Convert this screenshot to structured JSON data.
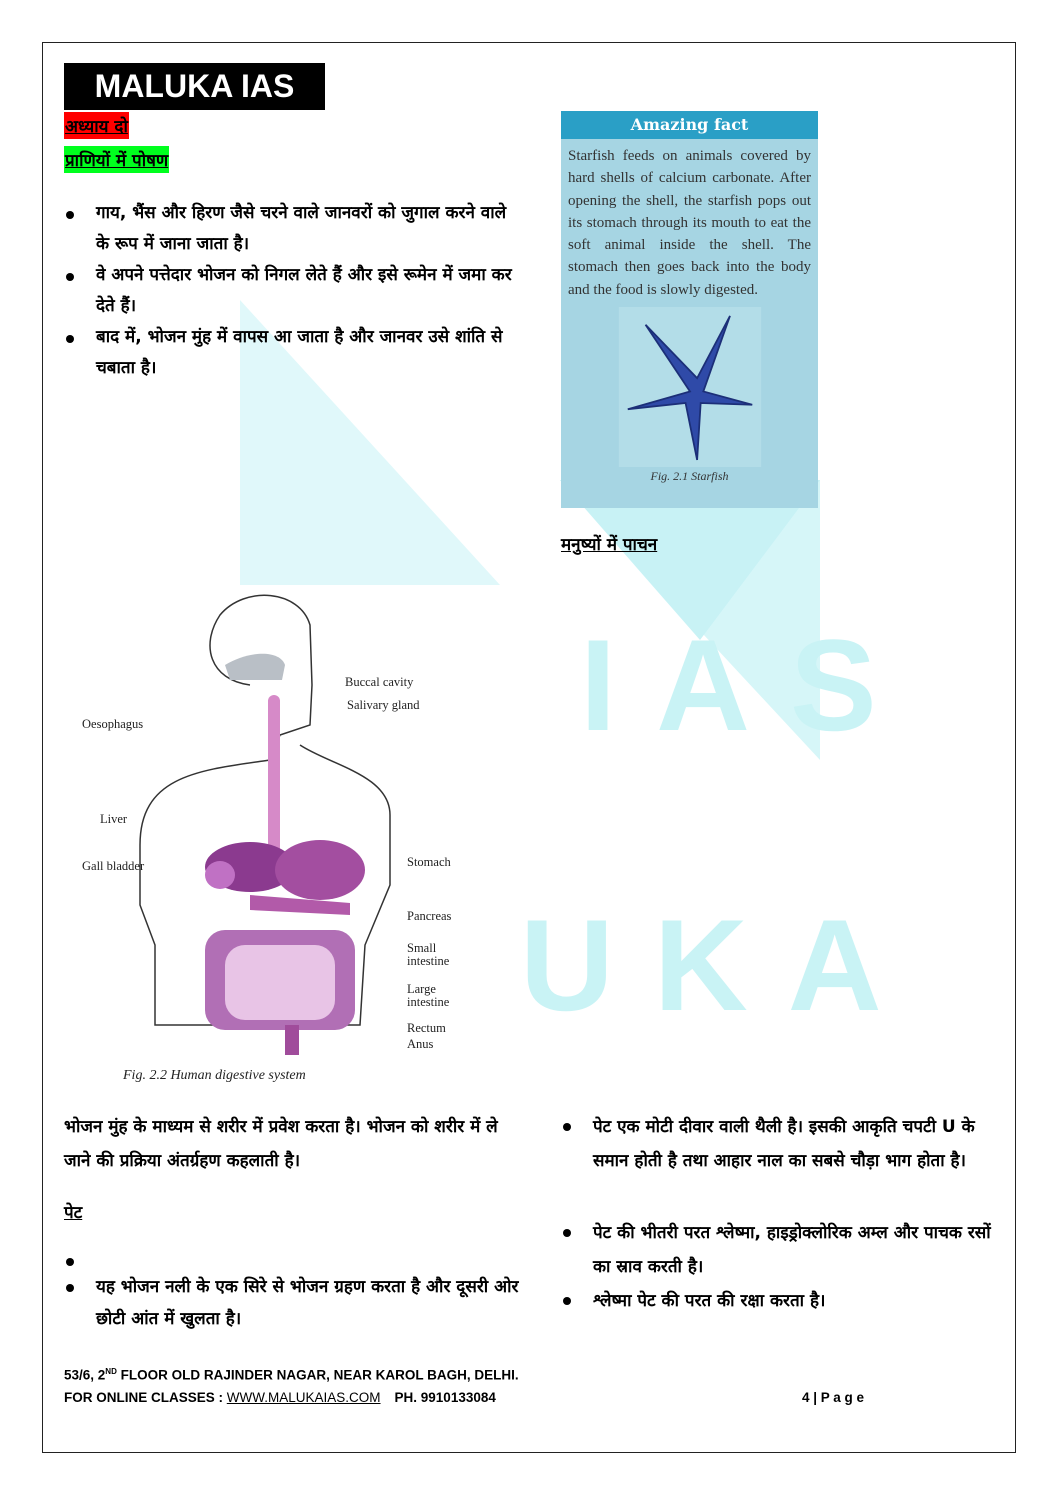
{
  "watermark": {
    "brand": "MALUKA IAS",
    "letters_line1": "UKA",
    "letters_line2": "IAS"
  },
  "header": {
    "logo": "MALUKA IAS",
    "chapter": "अध्याय दो",
    "topic": "प्राणियों में पोषण"
  },
  "intro_bullets": [
    "गाय, भैंस और हिरण जैसे चरने वाले जानवरों को जुगाल करने वाले के रूप में जाना जाता है।",
    "वे अपने पत्तेदार भोजन को निगल लेते हैं और इसे रूमेन में जमा कर देते हैं।",
    "बाद में, भोजन मुंह में वापस आ जाता है और जानवर उसे शांति से चबाता है।"
  ],
  "fact_box": {
    "title": "Amazing fact",
    "text": "Starfish feeds on animals covered by hard shells of calcium carbonate. After opening the shell, the starfish pops out its stomach through its mouth to eat the soft animal inside the shell. The stomach then goes back into the body and the food is slowly digested.",
    "caption": "Fig. 2.1  Starfish"
  },
  "human_digestion_heading": "मनुष्यों में पाचन",
  "diagram": {
    "labels": {
      "buccal": "Buccal cavity",
      "salivary": "Salivary gland",
      "oesophagus": "Oesophagus",
      "liver": "Liver",
      "gall": "Gall  bladder",
      "stomach": "Stomach",
      "pancreas": "Pancreas",
      "small": "Small\nintestine",
      "large": "Large\nintestine",
      "rectum": "Rectum",
      "anus": "Anus"
    },
    "caption": "Fig. 2.2  Human digestive system"
  },
  "ingestion_text": "भोजन मुंह के माध्यम से शरीर में प्रवेश करता है। भोजन को शरीर में ले जाने की प्रक्रिया अंतर्ग्रहण कहलाती है।",
  "stomach_heading": "पेट",
  "left_bullets": [
    "",
    "यह भोजन नली के एक सिरे से भोजन ग्रहण करता है और दूसरी ओर छोटी आंत में खुलता है।"
  ],
  "right_bullets_1": [
    "पेट एक मोटी दीवार वाली थैली है। इसकी आकृति चपटी U के समान होती है तथा आहार नाल का सबसे चौड़ा भाग होता है।"
  ],
  "right_bullets_2": [
    "पेट की भीतरी परत श्लेष्मा, हाइड्रोक्लोरिक अम्ल और पाचक रसों का स्राव करती है।",
    "श्लेष्मा पेट की परत की रक्षा करता है।"
  ],
  "footer": {
    "address_pre": "53/6, 2",
    "address_sup": "ND",
    "address_post": " FLOOR OLD RAJINDER NAGAR, NEAR KAROL BAGH, DELHI.",
    "online_label": "FOR ONLINE CLASSES : ",
    "website": "WWW.MALUKAIAS.COM",
    "phone": "PH. 9910133084",
    "page": "4 | P a g e"
  }
}
